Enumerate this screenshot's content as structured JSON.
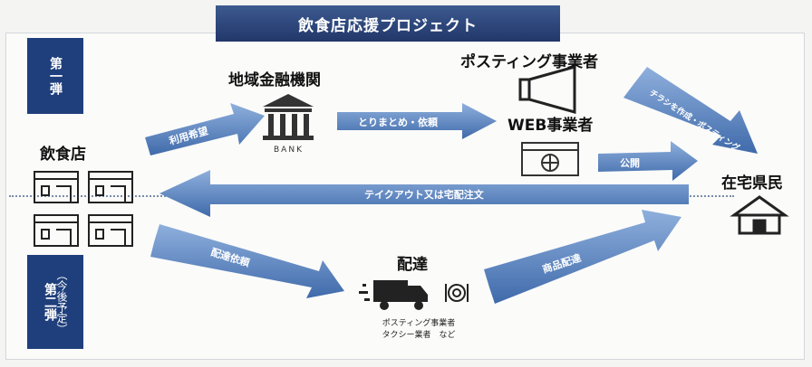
{
  "title": "飲食店応援プロジェクト",
  "phases": {
    "first": "第一弾",
    "second": "第二弾",
    "second_note": "（今後予定）"
  },
  "nodes": {
    "restaurant": "飲食店",
    "bank_org": "地域金融機関",
    "bank_sign": "BANK",
    "posting": "ポスティング事業者",
    "web": "WEB事業者",
    "resident": "在宅県民",
    "delivery": "配達",
    "delivery_note_line1": "ポスティング事業者",
    "delivery_note_line2": "タクシー業者　など"
  },
  "arrows": {
    "usage_apply": "利用希望",
    "request": "とりまとめ・依頼",
    "flyer": "チラシを作成・ポスティング",
    "publish": "公開",
    "takeout": "テイクアウト又は宅配注文",
    "delivery_request": "配達依頼",
    "goods_delivery": "商品配達"
  },
  "colors": {
    "arrow": "#5c86c2",
    "arrow_dark": "#2d5596",
    "banner": "#22376a",
    "phase": "#1f3f7c"
  }
}
